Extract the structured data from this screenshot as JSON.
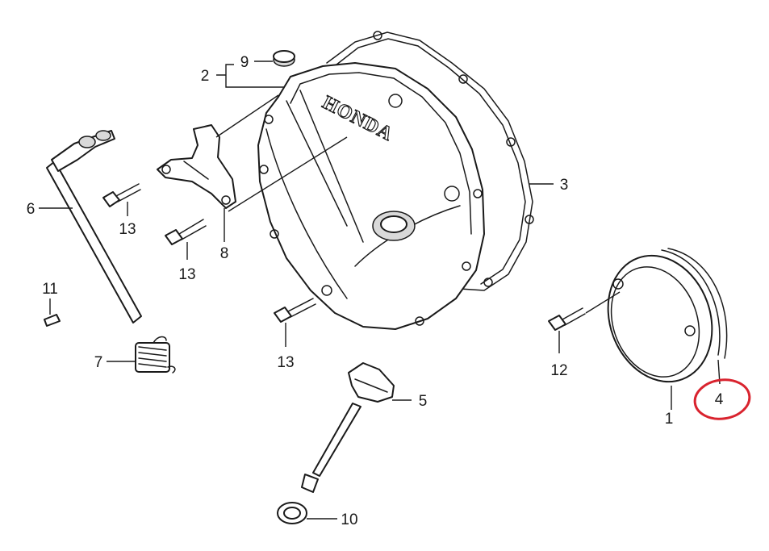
{
  "brand_logo": "HONDA",
  "callouts": {
    "part_1": "1",
    "part_2": "2",
    "part_3": "3",
    "part_4": "4",
    "part_5": "5",
    "part_6": "6",
    "part_7": "7",
    "part_8": "8",
    "part_9": "9",
    "part_10": "10",
    "part_11": "11",
    "part_12": "12",
    "part_13a": "13",
    "part_13b": "13",
    "part_13c": "13"
  },
  "highlighted_callout": "part_4",
  "colors": {
    "line": "#1a1a1a",
    "highlight": "#d9232e",
    "background": "#ffffff"
  }
}
